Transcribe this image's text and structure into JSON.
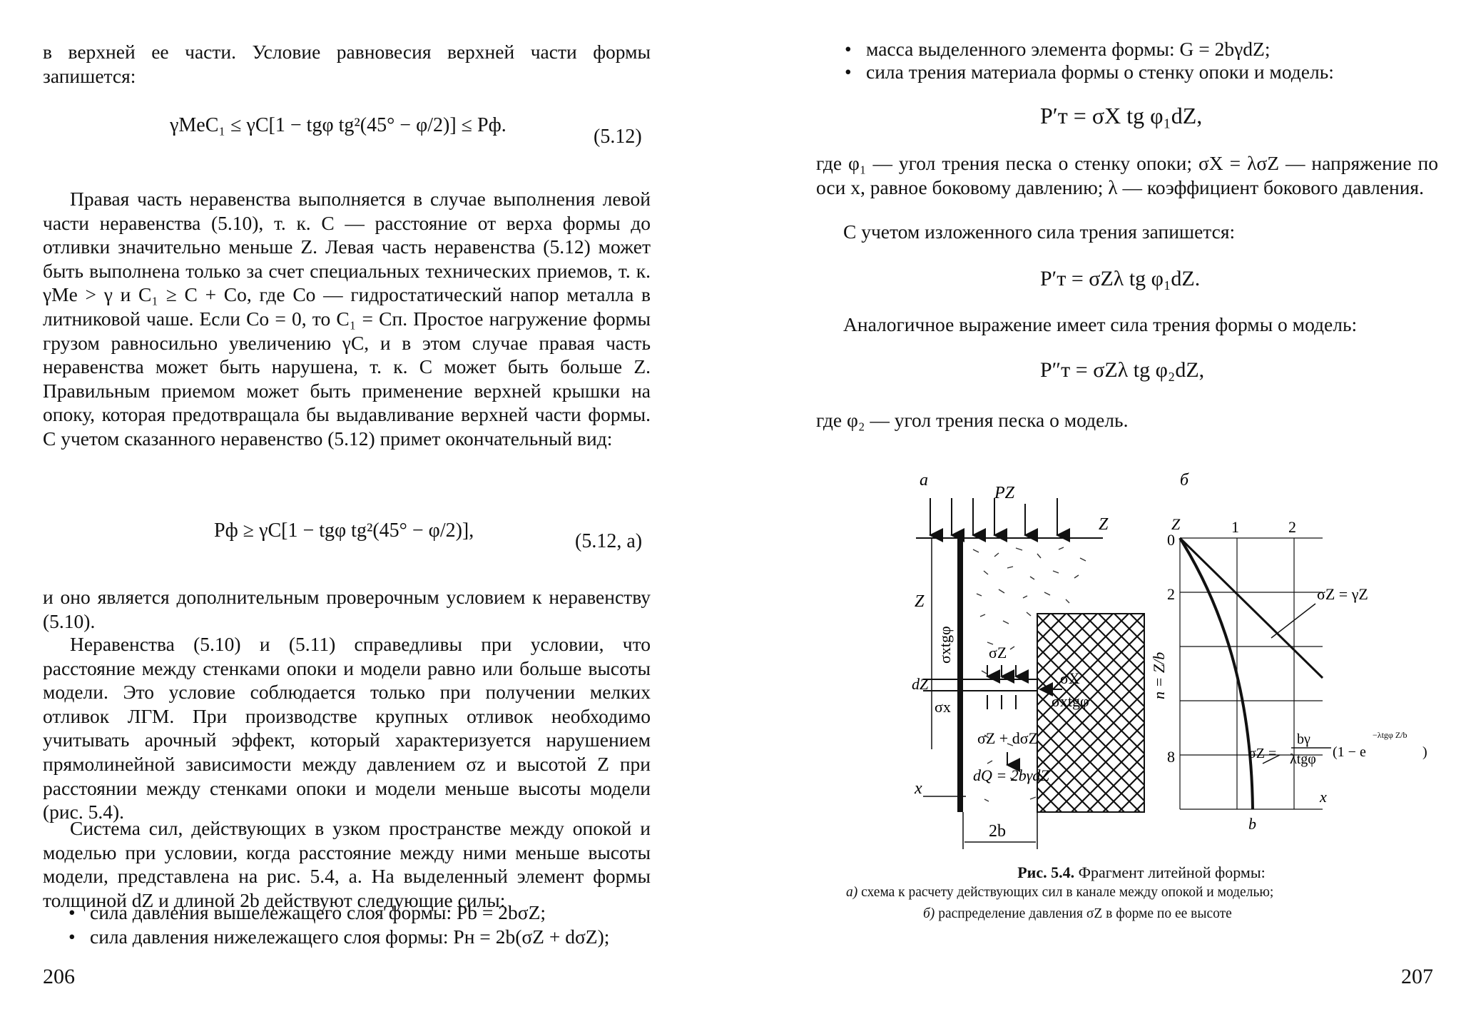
{
  "left_page": {
    "p1": "в верхней ее части. Условие равновесия верхней части формы запишется:",
    "eq512_text": "γMeC₁ ≤ γC[1 − tgφ tg²(45° − φ/2)] ≤ Pф.",
    "eq512_num": "(5.12)",
    "p2": "Правая часть неравенства выполняется в случае выполнения левой части неравенства (5.10), т. к. C — расстояние от верха формы до отливки значительно меньше Z. Левая часть неравенства (5.12) может быть выполнена только за счет специальных технических приемов, т. к. γMe > γ и C₁ ≥ C + Cо, где Cо — гидростатический напор металла в литниковой чаше. Если Cо = 0, то C₁ = Cп. Простое нагружение формы грузом равносильно увеличению γC, и в этом случае правая часть неравенства может быть нарушена, т. к. C может быть больше Z. Правильным приемом может быть применение верхней крышки на опоку, которая предотвращала бы выдавливание верхней части формы. С учетом сказанного неравенство (5.12) примет окончательный вид:",
    "eq512a_text": "Pф ≥ γC[1 − tgφ tg²(45° − φ/2)],",
    "eq512a_num": "(5.12, a)",
    "p3": "и оно является дополнительным проверочным условием к неравенству (5.10).",
    "p4": "Неравенства (5.10) и (5.11) справедливы при условии, что расстояние между стенками опоки и модели равно или больше высоты модели. Это условие соблюдается только при получении мелких отливок ЛГМ. При производстве крупных отливок необходимо учитывать арочный эффект, который характеризуется нарушением прямолинейной зависимости между давлением σz и высотой Z при расстоянии между стенками опоки и модели меньше высоты модели (рис. 5.4).",
    "p5": "Система сил, действующих в узком пространстве между опокой и моделью при условии, когда расстояние между ними меньше высоты модели, представлена на рис. 5.4, а. На выделенный элемент формы толщиной dZ и длиной 2b действуют следующие силы:",
    "bullet1": "сила давления вышележащего слоя формы: Pb = 2bσZ;",
    "bullet2": "сила давления нижележащего слоя формы: Pн = 2b(σZ + dσZ);",
    "page_number": "206"
  },
  "right_page": {
    "bullet3": "масса выделенного элемента формы: G = 2bγdZ;",
    "bullet4": "сила трения материала формы о стенку опоки и модель:",
    "eq1": "P′т = σX tg φ₁dZ,",
    "p1": "где φ₁ — угол трения песка о стенку опоки; σX = λσZ — напряжение по оси x, равное боковому давлению; λ — коэффициент бокового давления.",
    "p2": "С учетом изложенного сила трения запишется:",
    "eq2": "P′т = σZλ tg φ₁dZ.",
    "p3": "Аналогичное выражение имеет сила трения формы о модель:",
    "eq3": "P″т = σZλ tg φ₂dZ,",
    "p4": "где φ₂ — угол трения песка о модель.",
    "page_number": "207"
  },
  "figure": {
    "label_a": "а",
    "label_b": "б",
    "diagram_a": {
      "Pz": "PZ",
      "Z_top": "Z",
      "Z_side": "Z",
      "sigma_x_tgphi_vertical": "σxtgφ",
      "sigma_z": "σZ",
      "dz": "dZ",
      "sigma_x_left": "σx",
      "sigma_X_right": "σX",
      "sigma_x_tgphi_right": "σxtgφ",
      "sigma_z_plus": "σZ + dσZ",
      "dQ": "dQ = 2bγdZ",
      "x_label": "x",
      "width_label": "2b"
    },
    "diagram_b": {
      "axis_Z": "Z",
      "x_ticks": [
        "1",
        "2"
      ],
      "y_ticks": [
        "0",
        "2",
        "8"
      ],
      "y_axis_label": "n = Z/b",
      "line_label": "σZ = γZ",
      "curve_label_left": "σZ =",
      "curve_frac_num": "bγ",
      "curve_frac_den": "λtgφ",
      "curve_tail": "(1 − e",
      "exponent": "−λtgφ Z/b",
      "close_paren": ")",
      "x_label": "x",
      "b_label": "b"
    },
    "caption_title_bold": "Рис. 5.4.",
    "caption_title_rest": "Фрагмент литейной формы:",
    "caption_a_letter": "а)",
    "caption_a_text": "схема к расчету действующих сил в канале между опокой и моделью;",
    "caption_b_letter": "б)",
    "caption_b_text": "распределение давления σZ в форме по ее высоте"
  }
}
